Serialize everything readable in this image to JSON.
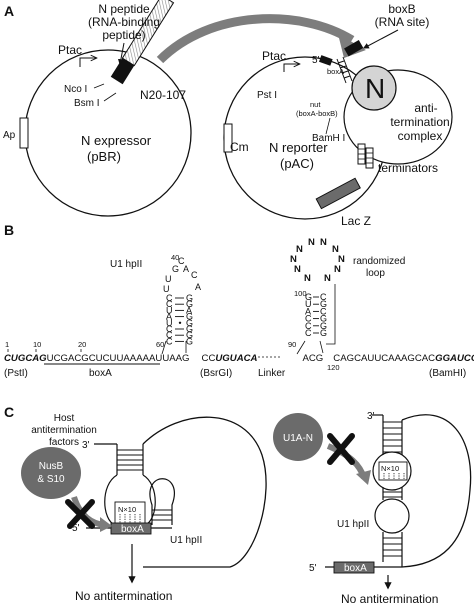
{
  "panel_a": {
    "letter": "A",
    "expressor": {
      "n_peptide": [
        "N peptide",
        "(RNA-binding",
        "peptide)"
      ],
      "ptac": "Ptac",
      "nco": "Nco I",
      "bsm": "Bsm I",
      "n_range": "N20-107",
      "ap": "Ap",
      "name": [
        "N expressor",
        "(pBR)"
      ]
    },
    "reporter": {
      "boxb": [
        "boxB",
        "(RNA site)"
      ],
      "five_prime": "5'",
      "boxa": "boxA",
      "ptac": "Ptac",
      "pst": "Pst I",
      "nut": [
        "nut",
        "(boxA-boxB)"
      ],
      "bamh": "BamH I",
      "n_letter": "N",
      "complex": [
        "anti-",
        "termination",
        "complex"
      ],
      "cm": "Cm",
      "name": [
        "N reporter",
        "(pAC)"
      ],
      "terminators": "terminators",
      "lacz": "Lac Z"
    }
  },
  "panel_b": {
    "letter": "B",
    "u1_label": "U1 hpII",
    "n40": "40",
    "loop": [
      "G",
      "C",
      "A",
      "C",
      "U",
      "U",
      "A"
    ],
    "left_stem": [
      "C",
      "C",
      "U",
      "A",
      "U",
      "C",
      "C",
      "C"
    ],
    "right_stem": [
      "G",
      "G",
      "A",
      "G",
      "G",
      "G",
      "G",
      "G"
    ],
    "rand_label": [
      "randomized",
      "loop"
    ],
    "rand_loop": [
      "N",
      "N",
      "N",
      "N",
      "N",
      "N",
      "N",
      "N",
      "N",
      "N"
    ],
    "rand_left": [
      "G",
      "U",
      "A",
      "C",
      "C",
      "C"
    ],
    "rand_right": [
      "C",
      "G",
      "C",
      "G",
      "G",
      "G"
    ],
    "n100": "100",
    "n1": "1",
    "n10": "10",
    "n20": "20",
    "n60": "60",
    "n90": "90",
    "n120": "120",
    "seq_pst": "CUGCAG",
    "seq_mid1": "UCGACGCUCUUAAAAAUUAAG",
    "seq_cc": "CC",
    "seq_bsr": "UGUACA",
    "seq_acg": "ACG",
    "seq_tail": "CAGCAUUCAAAGCAC",
    "seq_bam": "GGAUCC",
    "pst_label": "(PstI)",
    "boxa_label": "boxA",
    "bsr_label": "(BsrGI)",
    "linker_label": "Linker",
    "bam_label": "(BamHI)"
  },
  "panel_c": {
    "letter": "C",
    "host_factors": [
      "Host",
      "antitermination",
      "factors"
    ],
    "nusb": [
      "NusB",
      "& S10"
    ],
    "three_prime_l": "3'",
    "five_prime_l": "5'",
    "nx10_l": "N×10",
    "boxa_l": "boxA",
    "u1_label_l": "U1 hpII",
    "result_l": "No antitermination",
    "u1an": "U1A-N",
    "three_prime_r": "3'",
    "five_prime_r": "5'",
    "nx10_r": "N×10",
    "u1_label_r": "U1 hpII",
    "boxa_r": "boxA",
    "result_r": "No antitermination"
  },
  "colors": {
    "dark_gray": "#6b6b6b",
    "arrow_gray": "#7d7d7d",
    "black": "#111111",
    "hatch": "#9a9a9a"
  }
}
